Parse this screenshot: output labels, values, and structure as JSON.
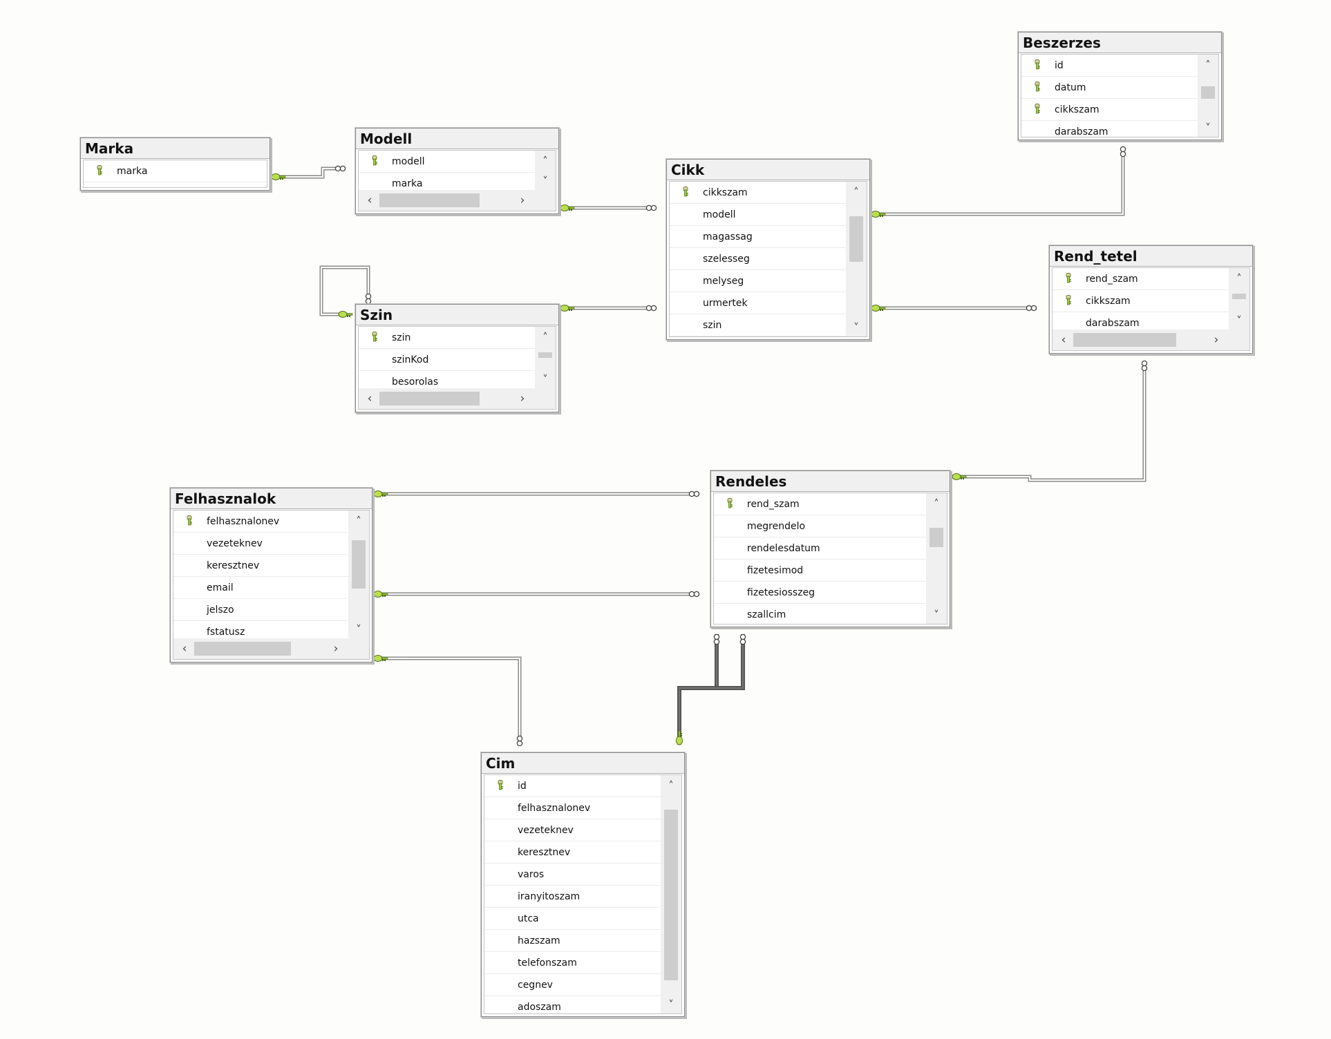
{
  "tables": {
    "marka": {
      "title": "Marka",
      "columns": [
        {
          "name": "marka",
          "pk": true
        }
      ]
    },
    "modell": {
      "title": "Modell",
      "columns": [
        {
          "name": "modell",
          "pk": true
        },
        {
          "name": "marka",
          "pk": false
        }
      ]
    },
    "cikk": {
      "title": "Cikk",
      "columns": [
        {
          "name": "cikkszam",
          "pk": true
        },
        {
          "name": "modell",
          "pk": false
        },
        {
          "name": "magassag",
          "pk": false
        },
        {
          "name": "szelesseg",
          "pk": false
        },
        {
          "name": "melyseg",
          "pk": false
        },
        {
          "name": "urmertek",
          "pk": false
        },
        {
          "name": "szin",
          "pk": false
        }
      ]
    },
    "beszerzes": {
      "title": "Beszerzes",
      "columns": [
        {
          "name": "id",
          "pk": true
        },
        {
          "name": "datum",
          "pk": true
        },
        {
          "name": "cikkszam",
          "pk": true
        },
        {
          "name": "darabszam",
          "pk": false
        }
      ]
    },
    "szin": {
      "title": "Szin",
      "columns": [
        {
          "name": "szin",
          "pk": true
        },
        {
          "name": "szinKod",
          "pk": false
        },
        {
          "name": "besorolas",
          "pk": false
        }
      ]
    },
    "rend_tetel": {
      "title": "Rend_tetel",
      "columns": [
        {
          "name": "rend_szam",
          "pk": true
        },
        {
          "name": "cikkszam",
          "pk": true
        },
        {
          "name": "darabszam",
          "pk": false
        }
      ]
    },
    "rendeles": {
      "title": "Rendeles",
      "columns": [
        {
          "name": "rend_szam",
          "pk": true
        },
        {
          "name": "megrendelo",
          "pk": false
        },
        {
          "name": "rendelesdatum",
          "pk": false
        },
        {
          "name": "fizetesimod",
          "pk": false
        },
        {
          "name": "fizetesiosszeg",
          "pk": false
        },
        {
          "name": "szallcim",
          "pk": false
        }
      ]
    },
    "felhasznalok": {
      "title": "Felhasznalok",
      "columns": [
        {
          "name": "felhasznalonev",
          "pk": true
        },
        {
          "name": "vezeteknev",
          "pk": false
        },
        {
          "name": "keresztnev",
          "pk": false
        },
        {
          "name": "email",
          "pk": false
        },
        {
          "name": "jelszo",
          "pk": false
        },
        {
          "name": "fstatusz",
          "pk": false
        }
      ]
    },
    "cim": {
      "title": "Cim",
      "columns": [
        {
          "name": "id",
          "pk": true
        },
        {
          "name": "felhasznalonev",
          "pk": false
        },
        {
          "name": "vezeteknev",
          "pk": false
        },
        {
          "name": "keresztnev",
          "pk": false
        },
        {
          "name": "varos",
          "pk": false
        },
        {
          "name": "iranyitoszam",
          "pk": false
        },
        {
          "name": "utca",
          "pk": false
        },
        {
          "name": "hazszam",
          "pk": false
        },
        {
          "name": "telefonszam",
          "pk": false
        },
        {
          "name": "cegnev",
          "pk": false
        },
        {
          "name": "adoszam",
          "pk": false
        }
      ]
    }
  },
  "relationships": [
    {
      "name": "marka-modell",
      "one": "Marka",
      "many": "Modell"
    },
    {
      "name": "modell-cikk",
      "one": "Modell",
      "many": "Cikk"
    },
    {
      "name": "szin-cikk",
      "one": "Szin",
      "many": "Cikk"
    },
    {
      "name": "szin-szin",
      "one": "Szin",
      "many": "Szin"
    },
    {
      "name": "cikk-beszerzes",
      "one": "Cikk",
      "many": "Beszerzes"
    },
    {
      "name": "cikk-rend_tetel",
      "one": "Cikk",
      "many": "Rend_tetel"
    },
    {
      "name": "rendeles-rend_tetel",
      "one": "Rendeles",
      "many": "Rend_tetel"
    },
    {
      "name": "felhasznalok-rendeles-1",
      "one": "Felhasznalok",
      "many": "Rendeles"
    },
    {
      "name": "felhasznalok-rendeles-2",
      "one": "Felhasznalok",
      "many": "Rendeles"
    },
    {
      "name": "felhasznalok-cim",
      "one": "Felhasznalok",
      "many": "Cim"
    },
    {
      "name": "cim-rendeles",
      "one": "Cim",
      "many": "Rendeles"
    }
  ],
  "icons": {
    "primary_key": "key-icon",
    "many_end": "infinity-icon",
    "one_end": "key-icon"
  },
  "colors": {
    "background": "#fdfdfb",
    "key": "#9ccc3c",
    "line": "#7a7a7a"
  }
}
